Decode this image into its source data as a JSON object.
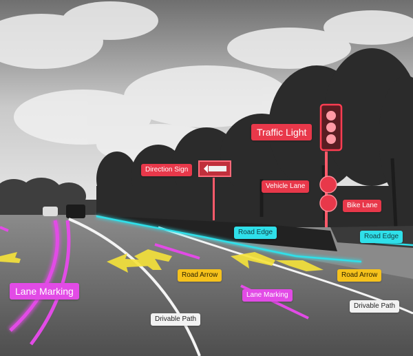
{
  "labels": {
    "traffic_light": "Traffic Light",
    "direction_sign": "Direction Sign",
    "vehicle_lane": "Vehicle Lane",
    "bike_lane": "Bike Lane",
    "road_edge_left": "Road Edge",
    "road_edge_right": "Road Edge",
    "road_arrow_left": "Road Arrow",
    "road_arrow_right": "Road Arrow",
    "lane_marking_big": "Lane Marking",
    "lane_marking_small": "Lane Marking",
    "drivable_path_left": "Drivable Path",
    "drivable_path_right": "Drivable Path"
  },
  "colors": {
    "red": "#e8384a",
    "cyan": "#2fe0ea",
    "yellow": "#f6c21c",
    "magenta": "#e24be6",
    "white": "#f2f2f2"
  }
}
